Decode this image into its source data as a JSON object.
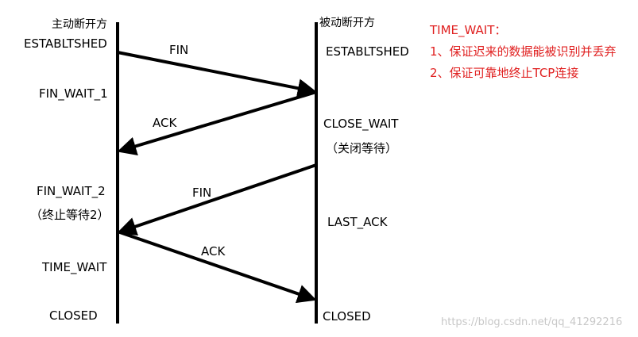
{
  "client": {
    "header": "主动断开方",
    "states": {
      "established": "ESTABLTSHED",
      "fin_wait_1": "FIN_WAIT_1",
      "fin_wait_2": "FIN_WAIT_2",
      "fin_wait_2_note": "（终止等待2）",
      "time_wait": "TIME_WAIT",
      "closed": "CLOSED"
    }
  },
  "server": {
    "header": "被动断开方",
    "states": {
      "established": "ESTABLTSHED",
      "close_wait": "CLOSE_WAIT",
      "close_wait_note": "（关闭等待）",
      "last_ack": "LAST_ACK",
      "closed": "CLOSED"
    }
  },
  "messages": {
    "fin1": "FIN",
    "ack1": "ACK",
    "fin2": "FIN",
    "ack2": "ACK"
  },
  "notes": {
    "title": "TIME_WAIT：",
    "line1": "1、保证迟来的数据能被识别并丢弃",
    "line2": "2、保证可靠地终止TCP连接"
  },
  "watermark": "https://blog.csdn.net/qq_41292216",
  "colors": {
    "line": "#000000",
    "note": "#e02020",
    "watermark": "#c8c8c8"
  }
}
